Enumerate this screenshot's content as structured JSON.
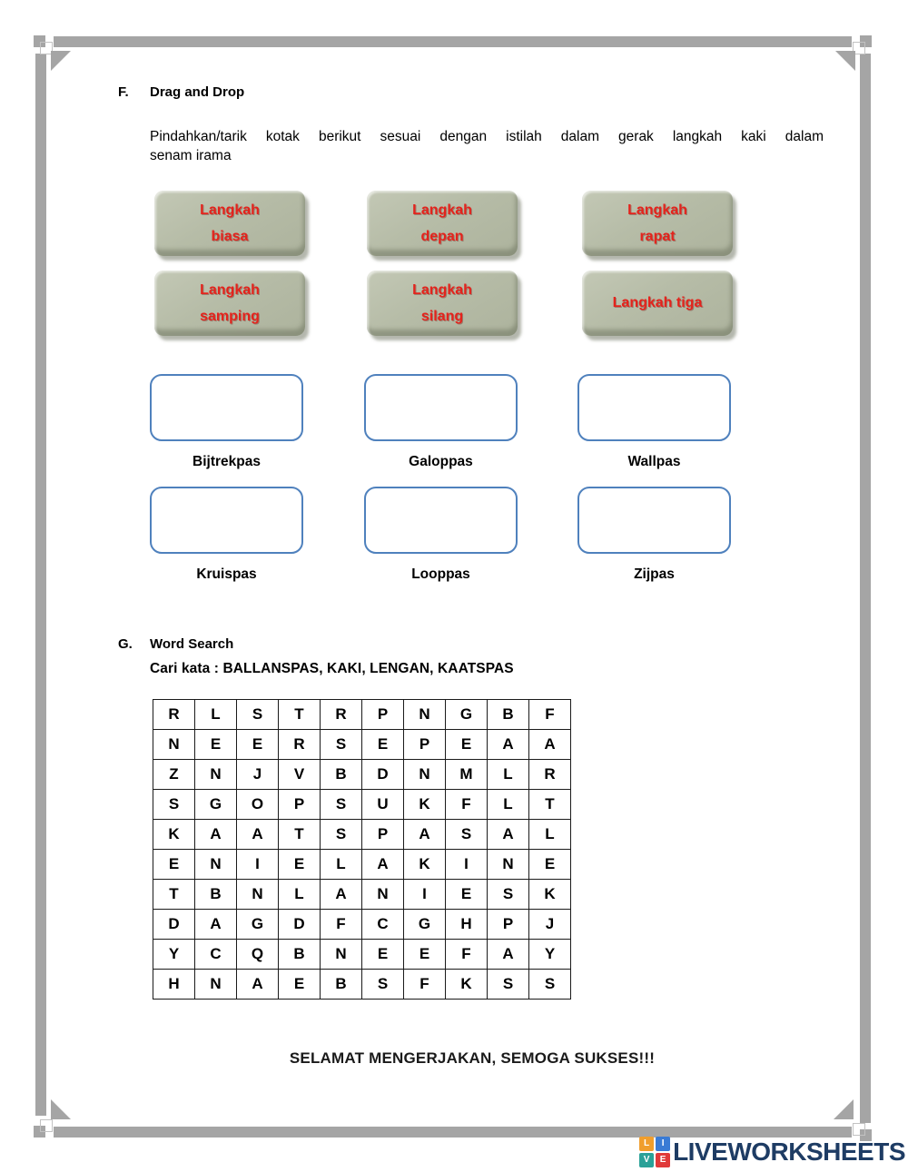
{
  "frame": {
    "color": "#a5a5a5"
  },
  "section_f": {
    "label": "F.",
    "title": "Drag and Drop",
    "instruction_line1": "Pindahkan/tarik kotak berikut sesuai dengan istilah dalam gerak langkah kaki dalam",
    "instruction_line2": "senam irama",
    "drag_items": [
      {
        "lines": [
          "Langkah",
          "biasa"
        ]
      },
      {
        "lines": [
          "Langkah",
          "depan"
        ]
      },
      {
        "lines": [
          "Langkah",
          "rapat"
        ]
      },
      {
        "lines": [
          "Langkah",
          "samping"
        ]
      },
      {
        "lines": [
          "Langkah",
          "silang"
        ]
      },
      {
        "lines": [
          "Langkah tiga"
        ]
      }
    ],
    "drop_targets": [
      "Bijtrekpas",
      "Galoppas",
      "Wallpas",
      "Kruispas",
      "Looppas",
      "Zijpas"
    ],
    "colors": {
      "drag_box_fill": "#b6bca7",
      "drag_text": "#e4231c",
      "drop_border": "#4f81bd"
    }
  },
  "section_g": {
    "label": "G.",
    "title": "Word Search",
    "search_prompt": "Cari kata : BALLANSPAS, KAKI, LENGAN, KAATSPAS",
    "grid": [
      "RLSTRPNGBF",
      "NEERSEPEAA",
      "ZNJVBDNMLR",
      "SGOPSUKFLT",
      "KAATSPASAL",
      "ENIELAKINE",
      "TBNLANIESK",
      "DAGDFCGHPJ",
      "YCQBNEEFAY",
      "HNAEBSFKSS"
    ]
  },
  "footer": {
    "message": "SELAMAT MENGERJAKAN, SEMOGA SUKSES!!!",
    "logo": {
      "text": "LIVEWORKSHEETS",
      "text_color": "#1e3c64",
      "squares": [
        {
          "letter": "L",
          "color": "#f09e2d"
        },
        {
          "letter": "I",
          "color": "#3a7bd5"
        },
        {
          "letter": "V",
          "color": "#2aa198"
        },
        {
          "letter": "E",
          "color": "#e03a3a"
        }
      ]
    }
  }
}
